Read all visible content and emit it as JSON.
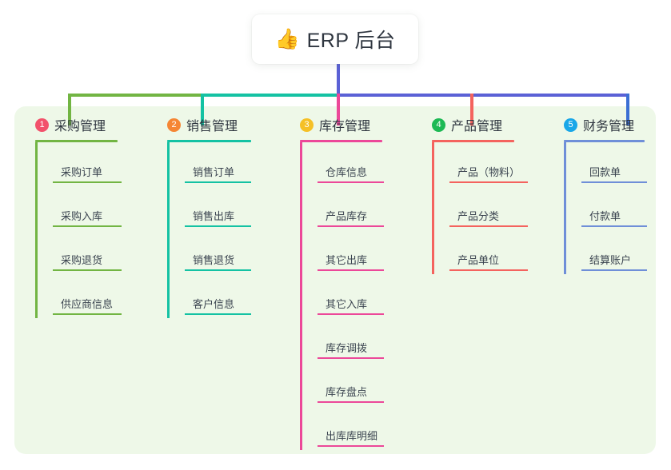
{
  "diagram": {
    "root": {
      "icon": "thumbs-up-emoji",
      "emoji": "👍",
      "title": "ERP 后台"
    },
    "panel_color": "#eef8e8",
    "page_background": "#ffffff",
    "branches": [
      {
        "number": "1",
        "title": "采购管理",
        "badge_color": "#f2526b",
        "line_color": "#72b543",
        "items": [
          {
            "label": "采购订单"
          },
          {
            "label": "采购入库"
          },
          {
            "label": "采购退货"
          },
          {
            "label": "供应商信息"
          }
        ]
      },
      {
        "number": "2",
        "title": "销售管理",
        "badge_color": "#f58634",
        "line_color": "#14c2a3",
        "items": [
          {
            "label": "销售订单"
          },
          {
            "label": "销售出库"
          },
          {
            "label": "销售退货"
          },
          {
            "label": "客户信息"
          }
        ]
      },
      {
        "number": "3",
        "title": "库存管理",
        "badge_color": "#f5c026",
        "line_color": "#ec4899",
        "items": [
          {
            "label": "仓库信息"
          },
          {
            "label": "产品库存"
          },
          {
            "label": "其它出库"
          },
          {
            "label": "其它入库"
          },
          {
            "label": "库存调拨"
          },
          {
            "label": "库存盘点"
          },
          {
            "label": "出库库明细"
          }
        ]
      },
      {
        "number": "4",
        "title": "产品管理",
        "badge_color": "#1db954",
        "line_color": "#f4635e",
        "items": [
          {
            "label": "产品（物料）"
          },
          {
            "label": "产品分类"
          },
          {
            "label": "产品单位"
          }
        ]
      },
      {
        "number": "5",
        "title": "财务管理",
        "badge_color": "#19a7e8",
        "line_color": "#6f8fd8",
        "items": [
          {
            "label": "回款单"
          },
          {
            "label": "付款单"
          },
          {
            "label": "结算账户"
          }
        ]
      }
    ]
  }
}
